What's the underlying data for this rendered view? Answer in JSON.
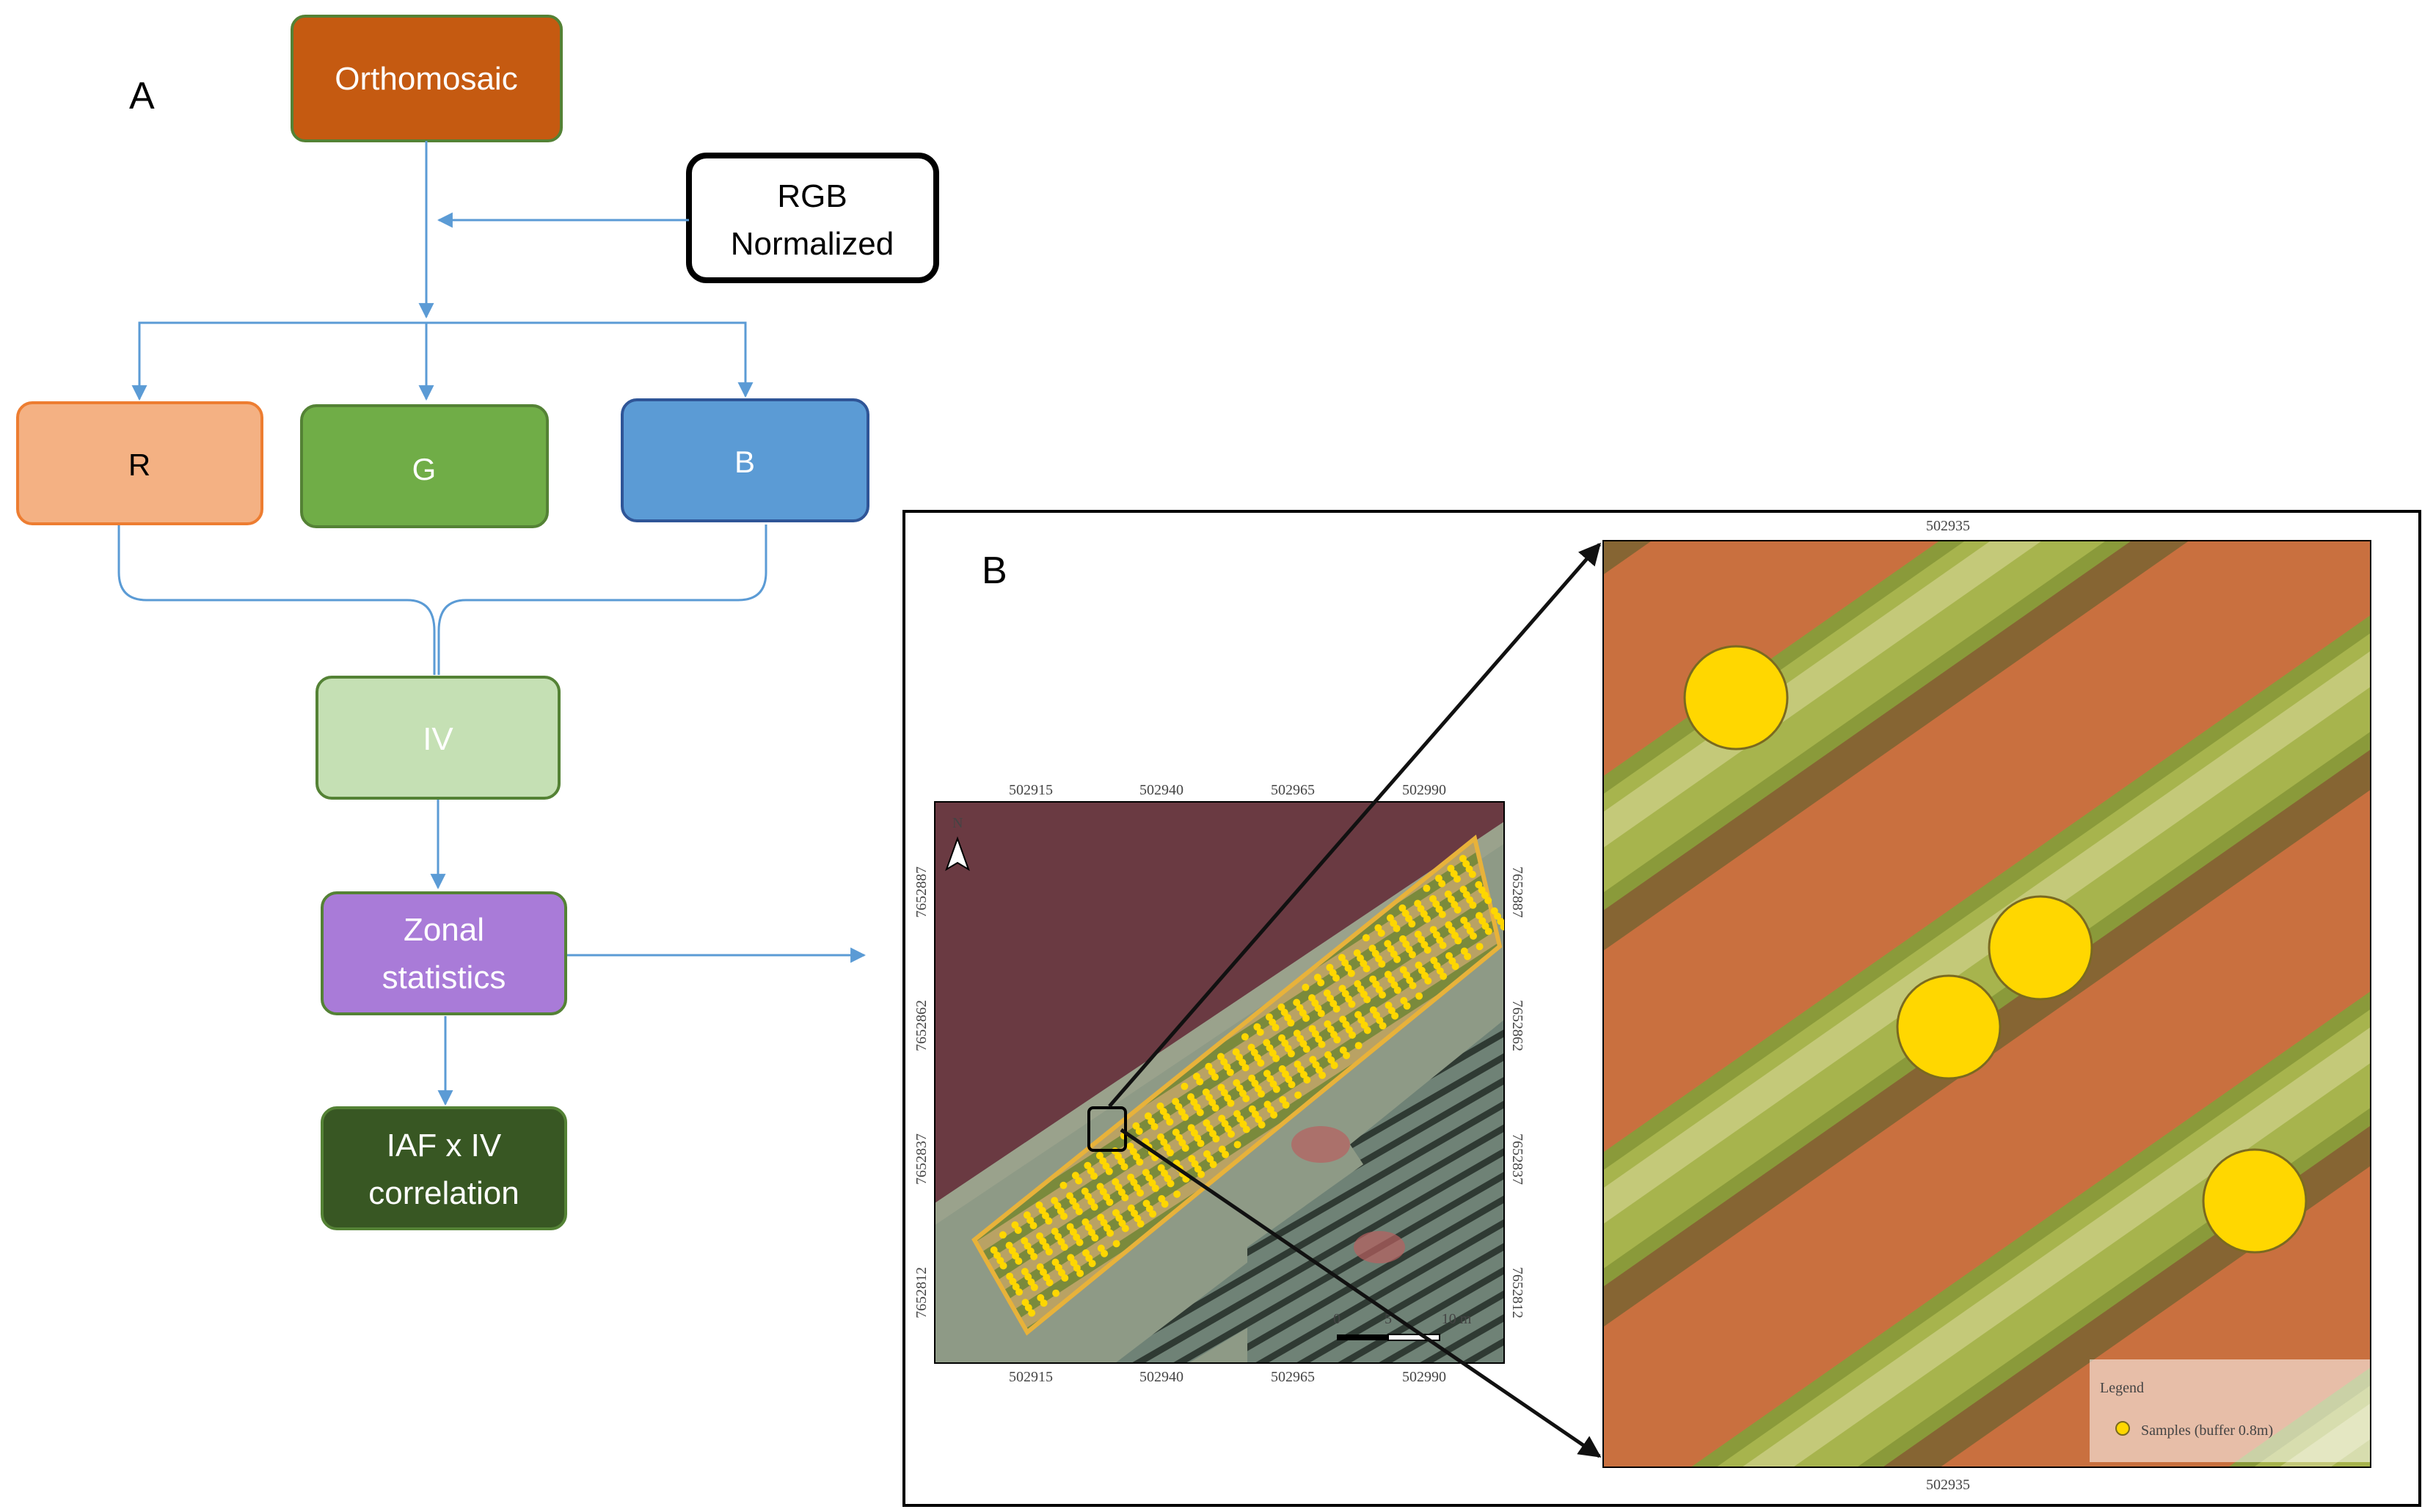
{
  "panel_a": {
    "label": "A",
    "orthomosaic": "Orthomosaic",
    "rgb_line1": "RGB",
    "rgb_line2": "Normalized",
    "r": "R",
    "g": "G",
    "b": "B",
    "iv": "IV",
    "zonal_line1": "Zonal",
    "zonal_line2": "statistics",
    "corr_line1": "IAF x IV",
    "corr_line2": "correlation"
  },
  "panel_b": {
    "label": "B",
    "map": {
      "top_ticks": [
        "502915",
        "502940",
        "502965",
        "502990"
      ],
      "bottom_ticks": [
        "502915",
        "502940",
        "502965",
        "502990"
      ],
      "left_ticks": [
        "7652887",
        "7652862",
        "7652837",
        "7652812"
      ],
      "right_ticks": [
        "7652887",
        "7652862",
        "7652837",
        "7652812"
      ],
      "north": "N",
      "scale_start": "0",
      "scale_mid": "5",
      "scale_end": "10 m"
    },
    "zoom": {
      "top_tick": "502935",
      "bottom_tick": "502935",
      "legend_title": "Legend",
      "legend_item": "Samples (buffer 0.8m)"
    }
  },
  "colors": {
    "orthomosaic": "#c55a11",
    "r": "#f4b183",
    "g": "#70ad47",
    "b": "#5b9bd5",
    "iv": "#c5e0b4",
    "zonal": "#a97bd8",
    "correlation": "#385723",
    "connector": "#5b9bd5",
    "sample": "#ffd700"
  }
}
